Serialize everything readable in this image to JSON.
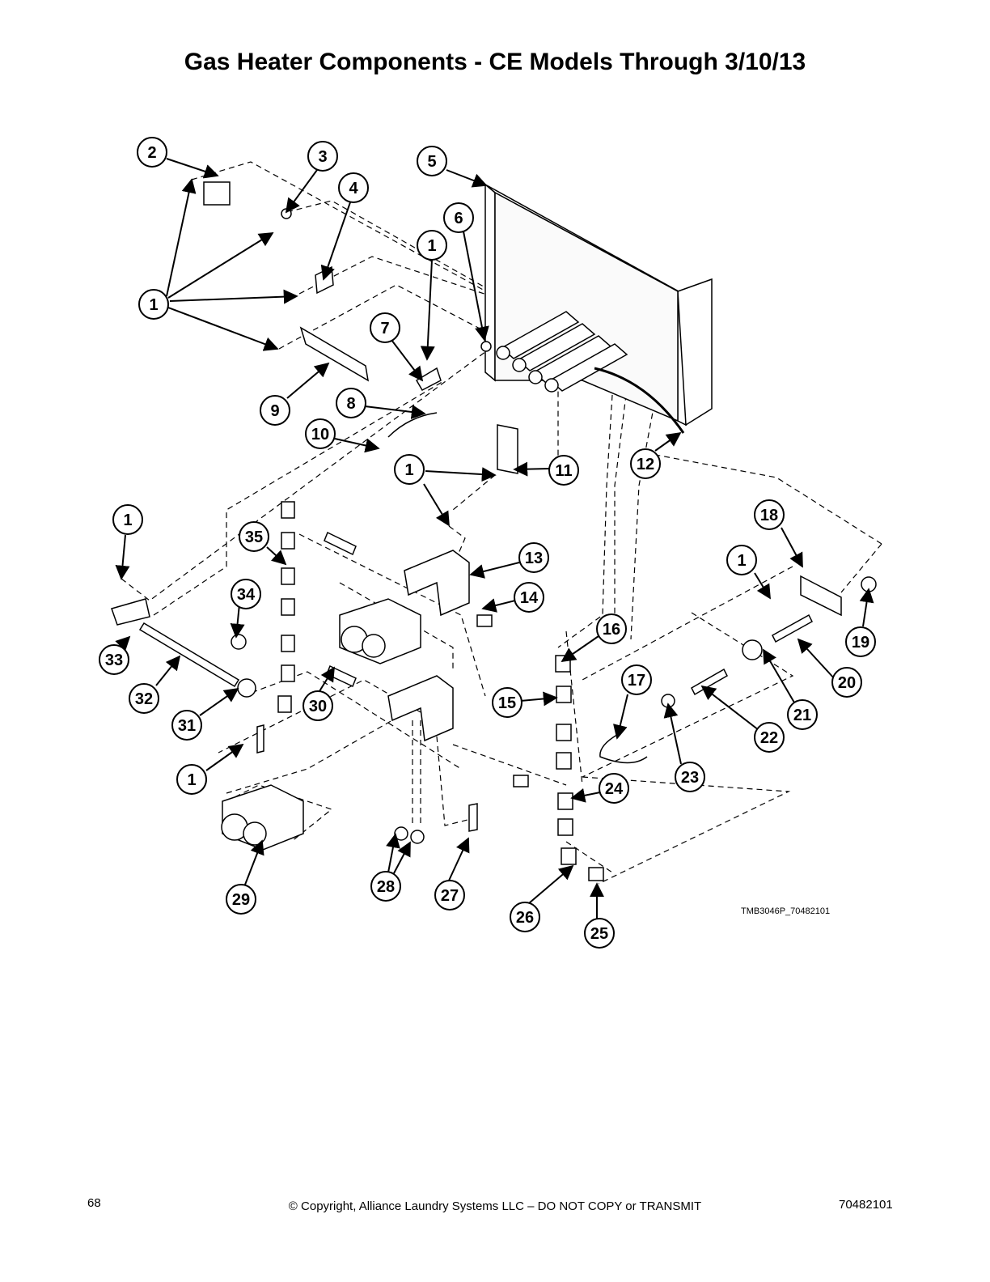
{
  "title": "Gas Heater Components - CE Models Through 3/10/13",
  "figure_ref": "TMB3046P_70482101",
  "footer": {
    "page_number": "68",
    "copyright": "© Copyright, Alliance Laundry Systems LLC – DO NOT COPY or TRANSMIT",
    "doc_number": "70482101"
  },
  "callouts": [
    "1",
    "2",
    "3",
    "4",
    "5",
    "6",
    "7",
    "8",
    "9",
    "10",
    "11",
    "12",
    "13",
    "14",
    "15",
    "16",
    "17",
    "18",
    "19",
    "20",
    "21",
    "22",
    "23",
    "24",
    "25",
    "26",
    "27",
    "28",
    "29",
    "30",
    "31",
    "32",
    "33",
    "34",
    "35"
  ]
}
